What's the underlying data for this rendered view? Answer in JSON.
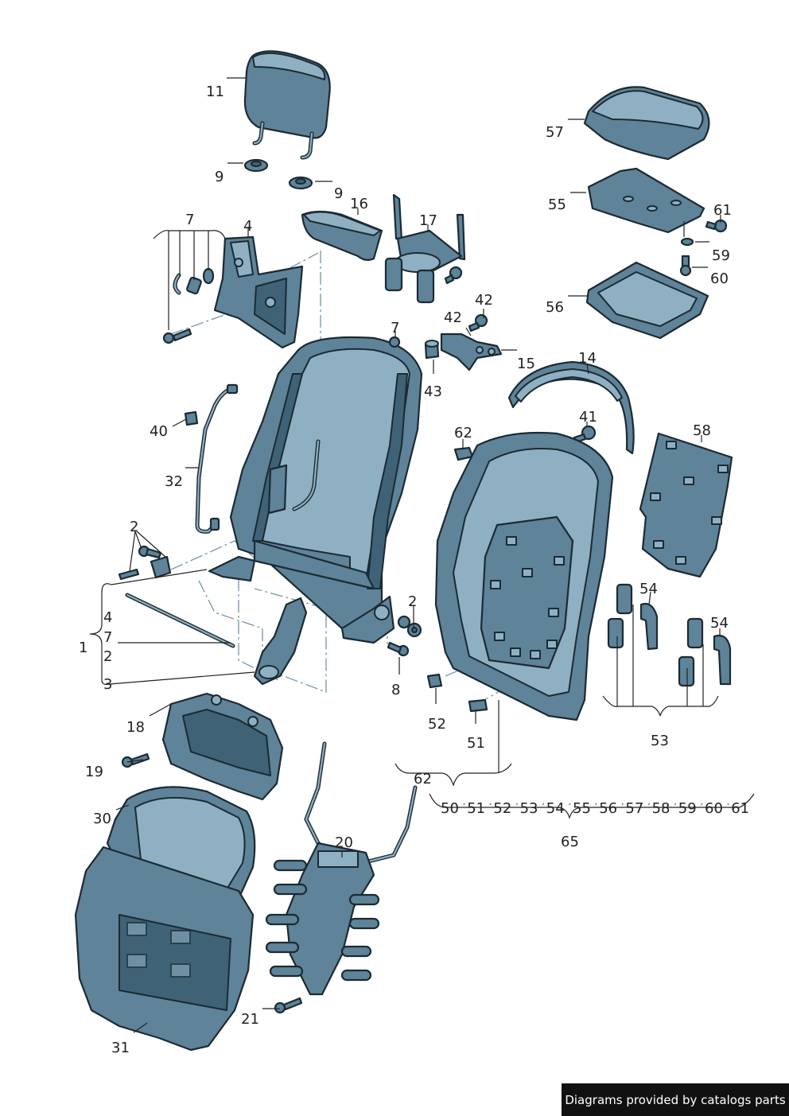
{
  "labels": {
    "l11": "11",
    "l9a": "9",
    "l9b": "9",
    "l16": "16",
    "l17": "17",
    "l7a": "7",
    "l4a": "4",
    "l42a": "42",
    "l42b": "42",
    "l7b": "7",
    "l15": "15",
    "l43": "43",
    "l14": "14",
    "l57": "57",
    "l55": "55",
    "l61": "61",
    "l59": "59",
    "l60": "60",
    "l56": "56",
    "l41": "41",
    "l62a": "62",
    "l58": "58",
    "l40": "40",
    "l32": "32",
    "l2a": "2",
    "l4b": "4",
    "l1": "1",
    "l7c": "7",
    "l2b": "2",
    "l3": "3",
    "l2c": "2",
    "l8": "8",
    "l54a": "54",
    "l54b": "54",
    "l52": "52",
    "l51": "51",
    "l53": "53",
    "l18": "18",
    "l19": "19",
    "l62b": "62",
    "l30": "30",
    "l20": "20",
    "l65": "65",
    "l21": "21",
    "l31": "31"
  },
  "kit_list": [
    "50",
    "51",
    "52",
    "53",
    "54",
    "55",
    "56",
    "57",
    "58",
    "59",
    "60",
    "61"
  ],
  "footer": "Diagrams provided by catalogs parts",
  "colors": {
    "part": "#5f8398",
    "outline": "#1b2a33",
    "highlight": "#8fb0c2"
  }
}
